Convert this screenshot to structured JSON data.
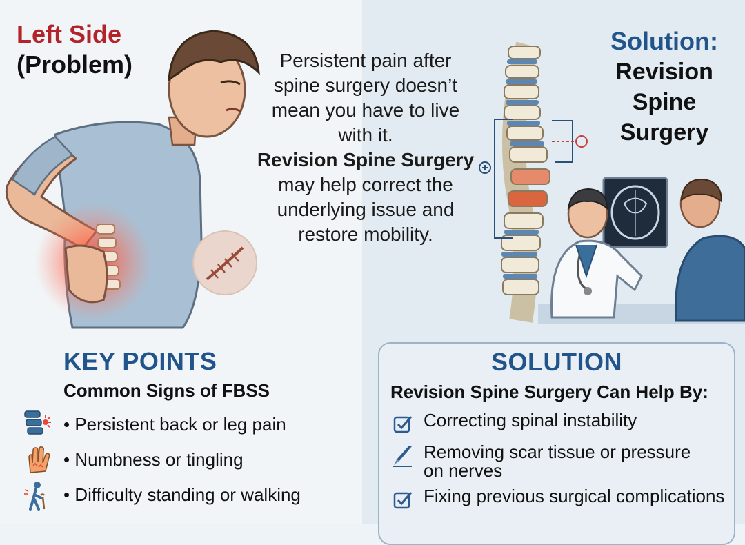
{
  "left_panel": {
    "title_line1": "Left Side",
    "title_line2": "(Problem)"
  },
  "center_message": {
    "line1": "Persistent pain after",
    "line2": "spine surgery doesn’t",
    "line3": "mean you have to live",
    "line4": "with it.",
    "highlight": "Revision Spine Surgery",
    "line5": "may help correct the",
    "line6": "underlying issue and",
    "line7": "restore mobility."
  },
  "right_panel": {
    "label": "Solution:",
    "title_line1": "Revision",
    "title_line2": "Spine",
    "title_line3": "Surgery"
  },
  "key_points": {
    "heading": "KEY POINTS",
    "subheading": "Common Signs of FBSS",
    "items": [
      {
        "text": "• Persistent back or leg pain",
        "icon": "spine-pain-icon"
      },
      {
        "text": "• Numbness or tingling",
        "icon": "hand-tingling-icon"
      },
      {
        "text": "• Difficulty standing or walking",
        "icon": "walking-cane-icon"
      }
    ]
  },
  "solution_box": {
    "heading": "SOLUTION",
    "subheading": "Revision Spine Surgery Can Help By:",
    "items": [
      {
        "text": "Correcting spinal instability",
        "icon": "checkbox-icon"
      },
      {
        "text": "Removing scar tissue or pressure on nerves",
        "icon": "scalpel-icon"
      },
      {
        "text": "Fixing previous surgical complications",
        "icon": "checkbox-icon"
      }
    ]
  },
  "colors": {
    "accent_red": "#b3242a",
    "accent_blue": "#21548a",
    "pain_red": "#e8463a",
    "shirt_blue": "#a9bfd3"
  }
}
